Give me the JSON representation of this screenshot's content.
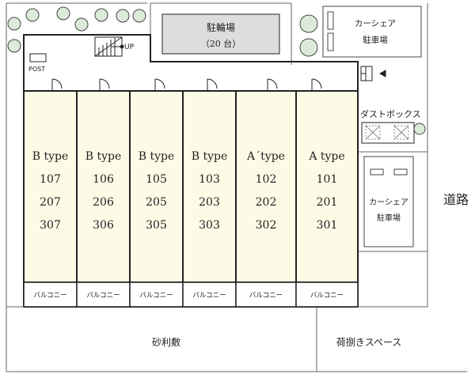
{
  "bike_parking": {
    "label": "駐輪場",
    "capacity": "（20 台）"
  },
  "car_share_top": {
    "line1": "カーシェア",
    "line2": "駐車場"
  },
  "car_share_side": {
    "line1": "カーシェア",
    "line2": "駐車場"
  },
  "post_label": "POST",
  "stair_label": "UP",
  "dust_box_label": "ダストボックス",
  "road_label": "道路",
  "gravel_label": "砂利敷",
  "loading_space_label": "荷捌きスペース",
  "units": [
    {
      "type": "B type",
      "rooms": [
        "107",
        "207",
        "307"
      ],
      "balcony": "バルコニー"
    },
    {
      "type": "B type",
      "rooms": [
        "106",
        "206",
        "306"
      ],
      "balcony": "バルコニー"
    },
    {
      "type": "B type",
      "rooms": [
        "105",
        "205",
        "305"
      ],
      "balcony": "バルコニー"
    },
    {
      "type": "B type",
      "rooms": [
        "103",
        "203",
        "303"
      ],
      "balcony": "バルコニー"
    },
    {
      "type": "A´type",
      "rooms": [
        "102",
        "202",
        "302"
      ],
      "balcony": "バルコニー"
    },
    {
      "type": "A type",
      "rooms": [
        "101",
        "201",
        "301"
      ],
      "balcony": "バルコニー"
    }
  ],
  "colors": {
    "unit_fill": "#fdfbe6",
    "tree_fill": "#dcebd9",
    "line": "#222222"
  }
}
